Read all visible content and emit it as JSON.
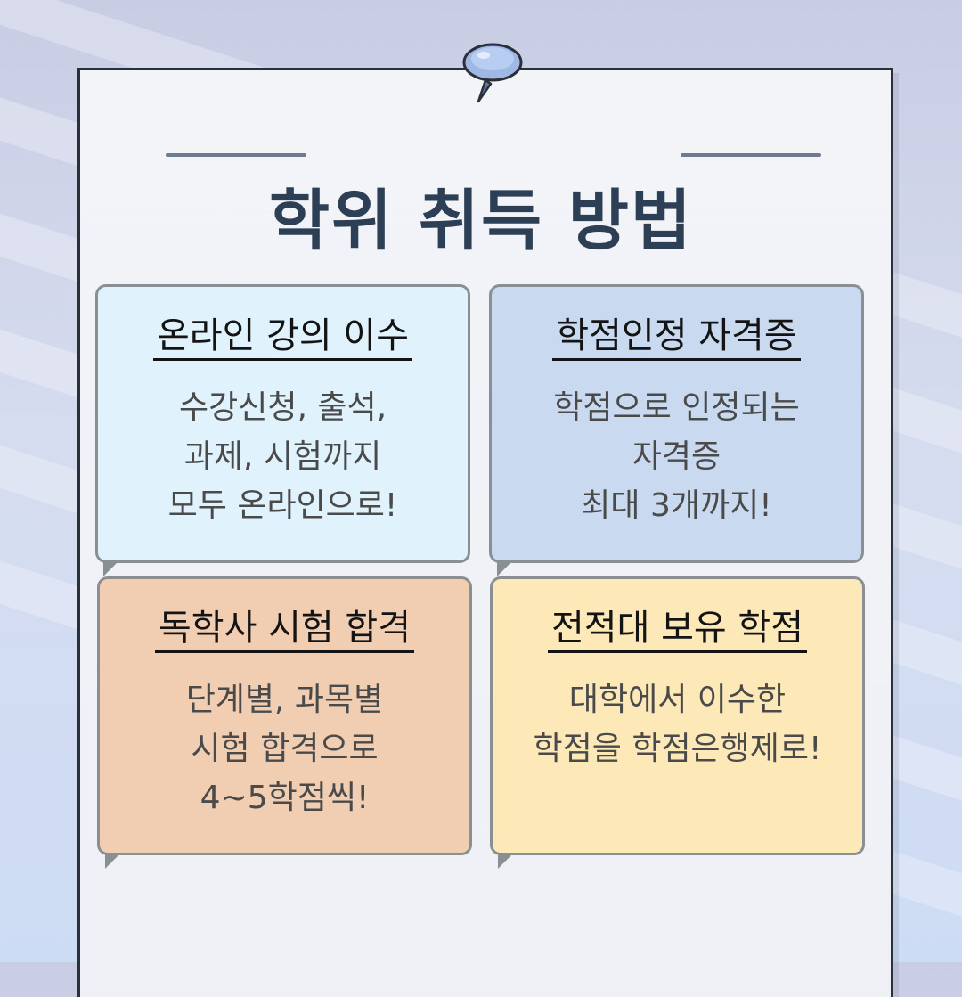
{
  "page": {
    "title": "학위 취득 방법",
    "cards": [
      {
        "title": "온라인 강의 이수",
        "lines": [
          "수강신청, 출석,",
          "과제, 시험까지",
          "모두 온라인으로!"
        ]
      },
      {
        "title": "학점인정 자격증",
        "lines": [
          "학점으로 인정되는",
          "자격증",
          "최대 3개까지!"
        ]
      },
      {
        "title": "독학사 시험 합격",
        "lines": [
          "단계별, 과목별",
          "시험 합격으로",
          "4~5학점씩!"
        ]
      },
      {
        "title": "전적대 보유 학점",
        "lines": [
          "대학에서 이수한",
          "학점을 학점은행제로!"
        ]
      }
    ]
  },
  "colors": {
    "title": "#2d3f55",
    "card_online": "#e0f2fc",
    "card_certificate": "#c9daf0",
    "card_exam": "#f1cdb2",
    "card_transfer": "#fde9b8"
  },
  "icons": [
    "push-pin-icon"
  ]
}
